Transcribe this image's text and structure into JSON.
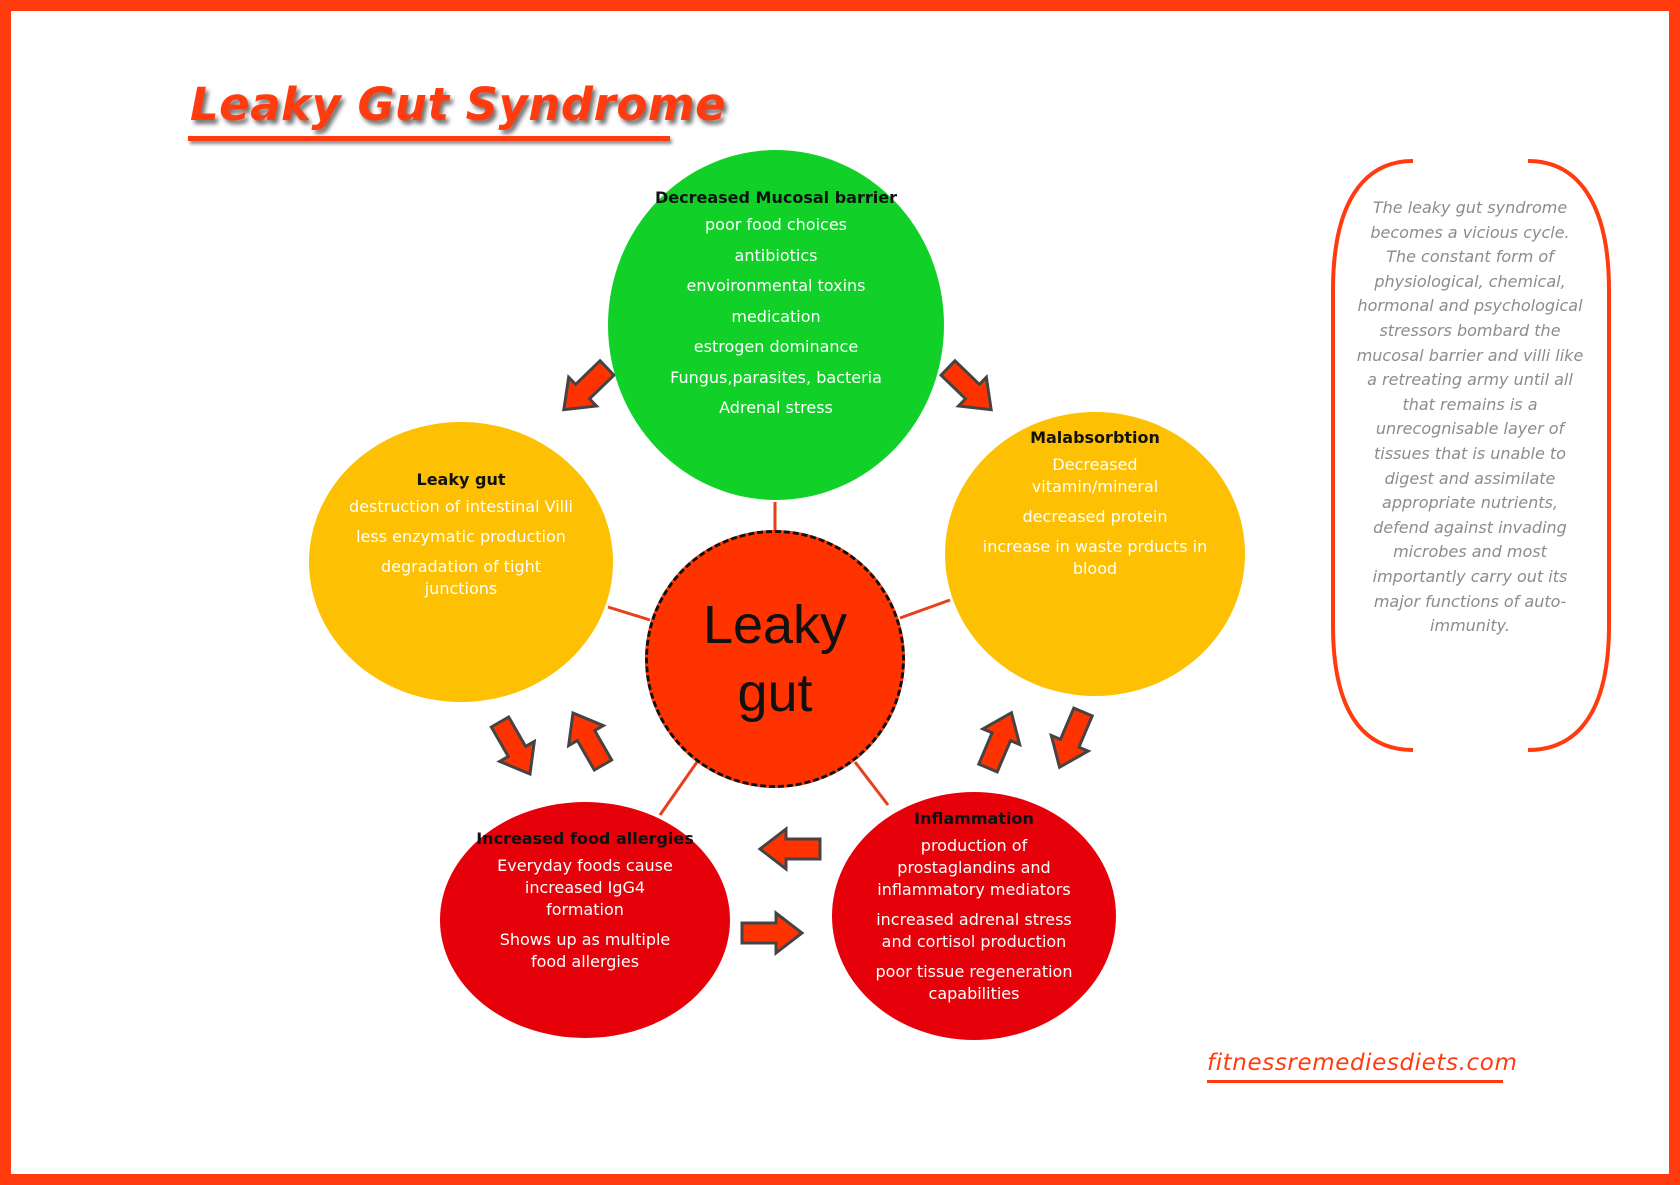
{
  "title": "Leaky Gut Syndrome",
  "center_label_lines": [
    "Leaky",
    "gut"
  ],
  "nodes": {
    "decreased_mucosal_barrier": {
      "heading": "Decreased Mucosal barrier",
      "items": [
        "poor food choices",
        "antibiotics",
        "envoironmental toxins",
        "medication",
        "estrogen dominance",
        "Fungus,parasites, bacteria",
        "Adrenal stress"
      ],
      "color": "#11d028"
    },
    "leaky_gut": {
      "heading": "Leaky gut",
      "items": [
        "destruction of intestinal Villi",
        "less enzymatic production",
        "degradation of tight junctions"
      ],
      "color": "#fdc003"
    },
    "malabsorbtion": {
      "heading": "Malabsorbtion",
      "items": [
        "Decreased vitamin/mineral",
        "decreased protein",
        "increase in  waste prducts in blood"
      ],
      "color": "#fdc003"
    },
    "increased_food_allergies": {
      "heading": "Increased food allergies",
      "items": [
        "Everyday foods cause increased IgG4 formation",
        "Shows up as multiple food allergies"
      ],
      "color": "#e6000a"
    },
    "inflammation": {
      "heading": "Inflammation",
      "items": [
        "production of prostaglandins and inflammatory mediators",
        "increased adrenal stress and cortisol production",
        "poor tissue regeneration capabilities"
      ],
      "color": "#e6000a"
    },
    "center": {
      "color": "#ff3300"
    }
  },
  "side_note": "The leaky gut syndrome becomes a vicious cycle. The constant form of physiological, chemical, hormonal and psychological stressors bombard the mucosal barrier and villi like a retreating army until all that remains is a unrecognisable layer of tissues that is unable to digest and assimilate appropriate nutrients, defend against invading microbes and most importantly carry out its major functions of auto-immunity.",
  "site_link": "fitnessremediesdiets.com",
  "colors": {
    "accent": "#ff3b0f",
    "arrow_fill": "#ff3300",
    "arrow_stroke": "#444444"
  }
}
